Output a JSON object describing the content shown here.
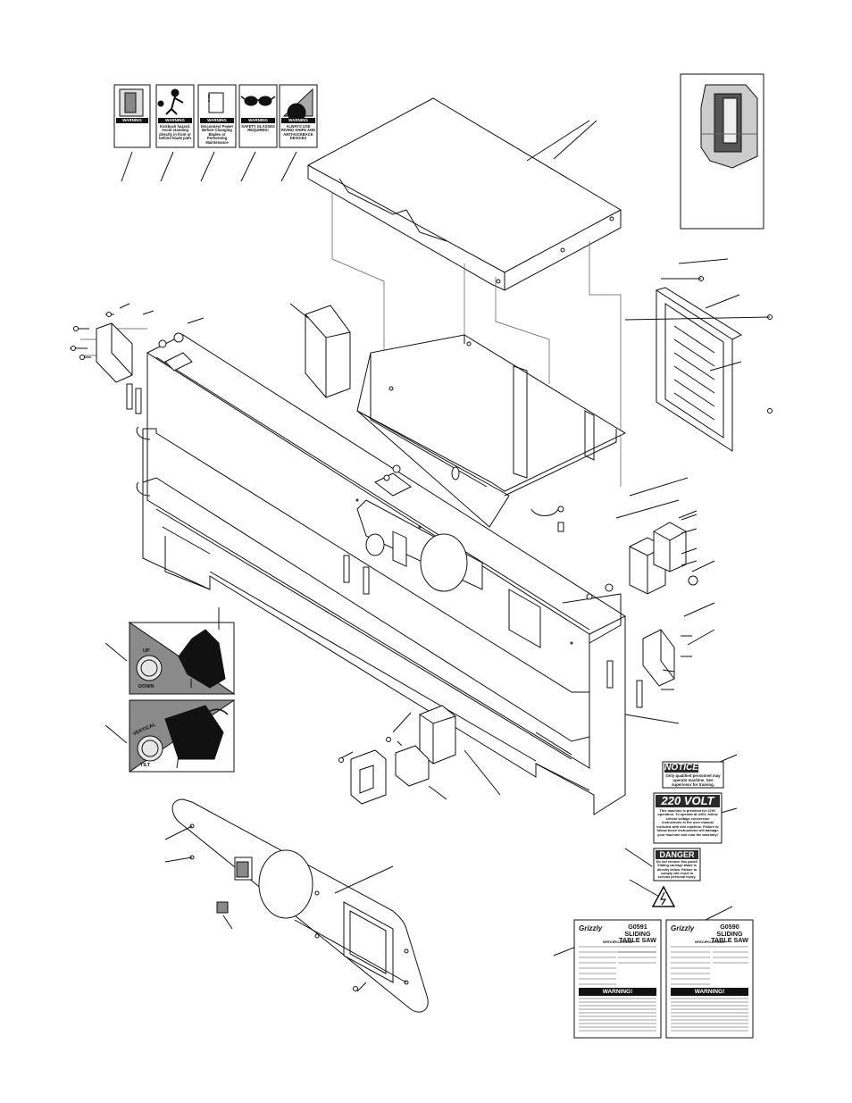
{
  "warning_labels": [
    {
      "header": "WARNING",
      "text": ""
    },
    {
      "header": "WARNING",
      "text": "Kickback hazard. Avoid standing directly in front or behind blade path"
    },
    {
      "header": "WARNING",
      "text": "Disconnect Power Before Changing Blades or Performing Maintenance"
    },
    {
      "header": "WARNING",
      "text": "SAFETY GLASSES REQUIRED!"
    },
    {
      "header": "WARNING",
      "text": "ALWAYS USE RIVING KNIFE AND ANTI-KICKBACK DEVICES"
    }
  ],
  "dial_labels": {
    "up": "UP",
    "down": "DOWN",
    "vertical": "VERTICAL",
    "tilt": "TILT"
  },
  "notice_label": {
    "header": "NOTICE",
    "text": "Only qualified personnel may operate machine. See supervisor for training."
  },
  "volt_label": {
    "header": "220 VOLT",
    "text": "This machine is prewired for 220V operation. To operate at 440V, follow critical voltage conversion instructions in the user manual included with this machine. Failure to follow these instructions will damage your machine and void the warranty!"
  },
  "danger_label": {
    "header": "DANGER",
    "text": "Do not remove this panel! Sliding carriage blade is directly below. Failure to comply will result in serious personal injury."
  },
  "machine_labels": [
    {
      "brand": "Grizzly",
      "model": "G0591 SLIDING TABLE SAW",
      "specs": "SPECIFICATIONS",
      "warning": "WARNING!"
    },
    {
      "brand": "Grizzly",
      "model": "G0590 SLIDING TABLE SAW",
      "specs": "SPECIFICATIONS",
      "warning": "WARNING!"
    }
  ],
  "colors": {
    "line": "#111111",
    "label_dark": "#2a2a2a",
    "dial_gray": "#8a8a8a",
    "dial_light": "#e6e6e6"
  }
}
